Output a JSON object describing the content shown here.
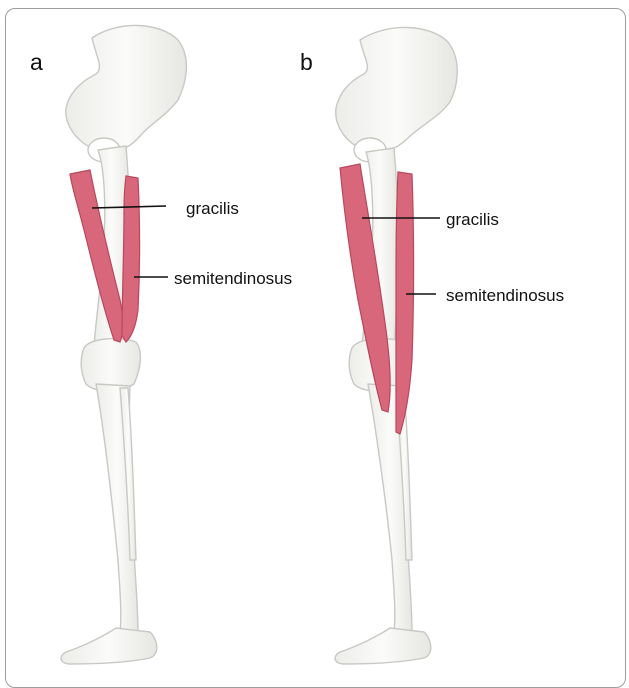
{
  "figure": {
    "panels": [
      {
        "letter": "a",
        "labels": {
          "gracilis": "gracilis",
          "semitendinosus": "semitendinosus"
        }
      },
      {
        "letter": "b",
        "labels": {
          "gracilis": "gracilis",
          "semitendinosus": "semitendinosus"
        }
      }
    ],
    "colors": {
      "muscle": "#d9677b",
      "muscle_stroke": "#b8485c",
      "bone_fill": "#f6f6f4",
      "bone_stroke": "#c8c8c4",
      "leader_line": "#111111"
    }
  }
}
